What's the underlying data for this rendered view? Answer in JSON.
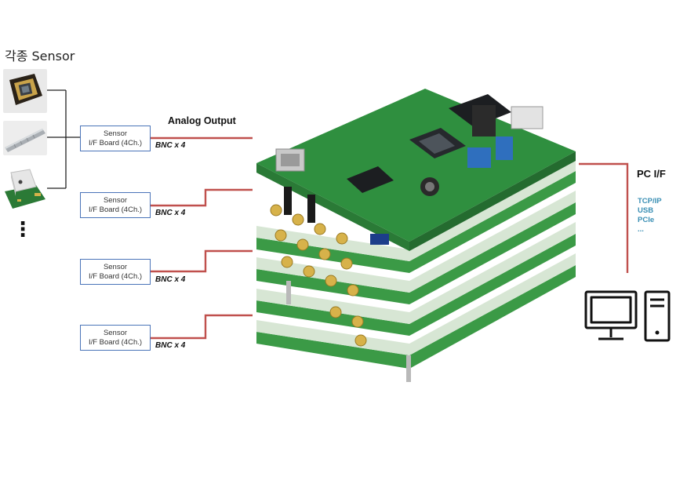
{
  "sensors": {
    "title": "각종 Sensor",
    "icons": [
      "camera-sensor-icon",
      "rod-sensor-icon",
      "chip-sensor-icon"
    ],
    "more_symbol": "⋮"
  },
  "interface_boards": [
    {
      "line1": "Sensor",
      "line2": "I/F Board (4Ch.)",
      "connector": "BNC x 4"
    },
    {
      "line1": "Sensor",
      "line2": "I/F Board (4Ch.)",
      "connector": "BNC x 4"
    },
    {
      "line1": "Sensor",
      "line2": "I/F Board (4Ch.)",
      "connector": "BNC x 4"
    },
    {
      "line1": "Sensor",
      "line2": "I/F Board (4Ch.)",
      "connector": "BNC x 4"
    }
  ],
  "analog_output_label": "Analog Output",
  "board_photo": {
    "icon": "stacked-pcb-board-icon"
  },
  "pc": {
    "title": "PC I/F",
    "interfaces": [
      "TCP/IP",
      "USB",
      "PCIe",
      "..."
    ],
    "icon": "desktop-computer-icon"
  },
  "colors": {
    "box_border": "#4a74b8",
    "connection_line": "#c0504d",
    "interface_text": "#3a8fb4",
    "pcb_green": "#2f8f3f"
  }
}
